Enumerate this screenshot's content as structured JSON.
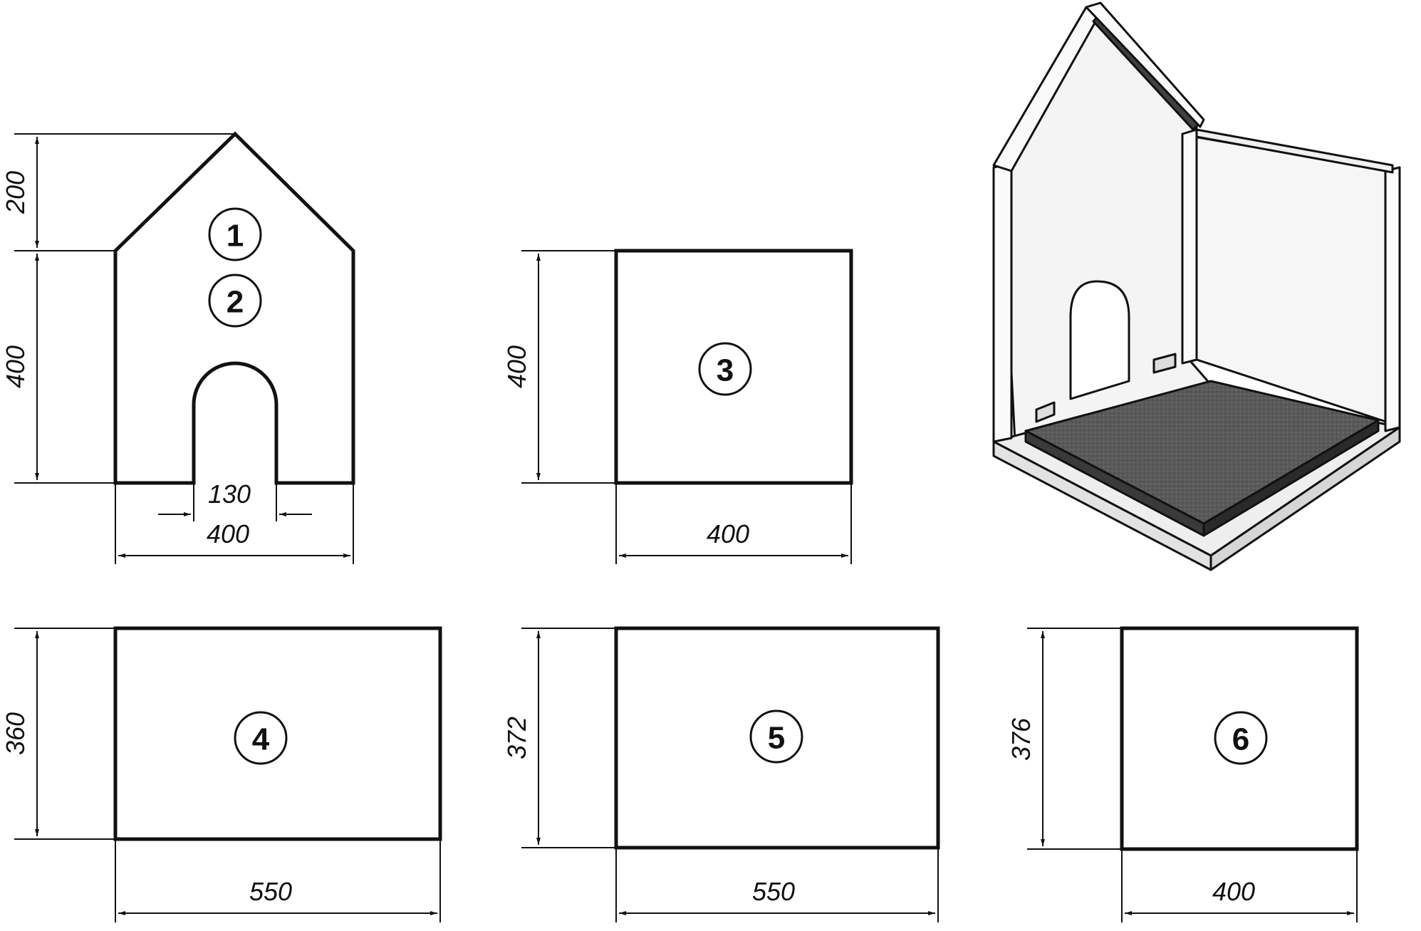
{
  "panels": {
    "front_back": {
      "part_labels": [
        "1",
        "2"
      ],
      "roof_height": "200",
      "wall_height": "400",
      "width": "400",
      "door_width": "130"
    },
    "side": {
      "part_label": "3",
      "height": "400",
      "width": "400"
    },
    "floor": {
      "part_label": "4",
      "height": "360",
      "width": "550"
    },
    "roof_a": {
      "part_label": "5",
      "height": "372",
      "width": "550"
    },
    "roof_b": {
      "part_label": "6",
      "height": "376",
      "width": "400"
    }
  },
  "colors": {
    "ink": "#111111",
    "floor_fill": "#555555",
    "wood": "#f2f2f2"
  }
}
